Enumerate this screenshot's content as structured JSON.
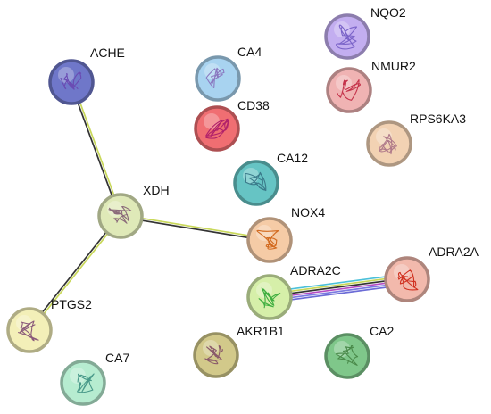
{
  "nodes": [
    {
      "id": "ACHE",
      "label": "ACHE",
      "color": "#6f77c9",
      "structure": "#6a4bb3"
    },
    {
      "id": "CA4",
      "label": "CA4",
      "color": "#a8d3f0",
      "structure": "#8a78c0"
    },
    {
      "id": "NQO2",
      "label": "NQO2",
      "color": "#c3aef0",
      "structure": "#7a63c8"
    },
    {
      "id": "NMUR2",
      "label": "NMUR2",
      "color": "#f0b3b3",
      "structure": "#c4324a"
    },
    {
      "id": "CD38",
      "label": "CD38",
      "color": "#f06e72",
      "structure": "#b0206a"
    },
    {
      "id": "RPS6KA3",
      "label": "RPS6KA3",
      "color": "#f2d2b3",
      "structure": "#b07a8a"
    },
    {
      "id": "CA12",
      "label": "CA12",
      "color": "#66c4c4",
      "structure": "#3a7a8a"
    },
    {
      "id": "XDH",
      "label": "XDH",
      "color": "#dfe9b8",
      "structure": "#8a6a7a"
    },
    {
      "id": "NOX4",
      "label": "NOX4",
      "color": "#f5cba6",
      "structure": "#d2691e"
    },
    {
      "id": "ADRA2A",
      "label": "ADRA2A",
      "color": "#f2b9ac",
      "structure": "#d0301f"
    },
    {
      "id": "ADRA2C",
      "label": "ADRA2C",
      "color": "#d6efa9",
      "structure": "#3fae3f"
    },
    {
      "id": "PTGS2",
      "label": "PTGS2",
      "color": "#f3efb8",
      "structure": "#8a5a7a"
    },
    {
      "id": "AKR1B1",
      "label": "AKR1B1",
      "color": "#d2c98a",
      "structure": "#8a5a6a"
    },
    {
      "id": "CA2",
      "label": "CA2",
      "color": "#7fc78a",
      "structure": "#4a8a4a"
    },
    {
      "id": "CA7",
      "label": "CA7",
      "color": "#b6ecd0",
      "structure": "#4a9a8a"
    }
  ],
  "edges": [
    {
      "source": "ACHE",
      "target": "XDH",
      "colors": [
        "#c9d85a",
        "#333333"
      ]
    },
    {
      "source": "XDH",
      "target": "NOX4",
      "colors": [
        "#c9d85a",
        "#333333"
      ]
    },
    {
      "source": "XDH",
      "target": "PTGS2",
      "colors": [
        "#c9d85a",
        "#333333"
      ]
    },
    {
      "source": "ADRA2C",
      "target": "ADRA2A",
      "colors": [
        "#4bc0d9",
        "#c9d85a",
        "#333333",
        "#b44bc4",
        "#7b7be0",
        "#6b6bd6"
      ]
    }
  ]
}
